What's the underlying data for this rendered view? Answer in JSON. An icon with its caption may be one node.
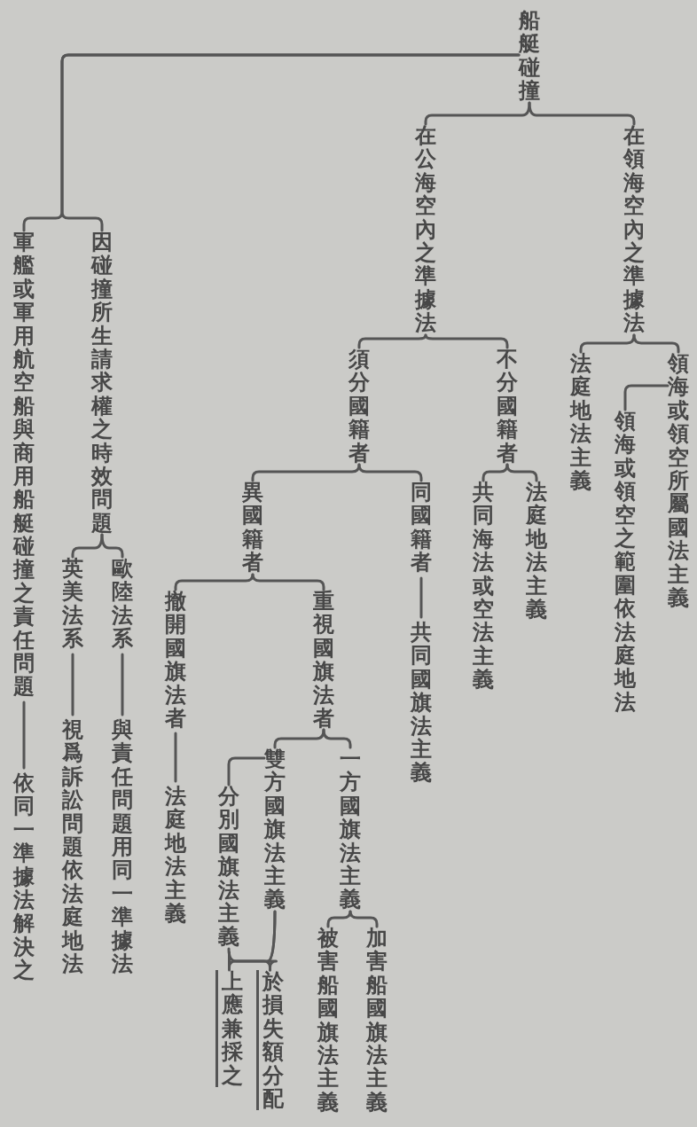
{
  "diagram": {
    "nodes": [
      {
        "text": [
          "船艇碰撞"
        ]
      },
      {
        "text": [
          "在公海空內之準據法"
        ]
      },
      {
        "text": [
          "在領海空內之準據法"
        ]
      },
      {
        "text": [
          "須分國籍者"
        ]
      },
      {
        "text": [
          "不分國籍者"
        ]
      },
      {
        "text": [
          "法庭地法主義"
        ]
      },
      {
        "text": [
          "領海或領空所屬國法主義"
        ]
      },
      {
        "text": [
          "領海或領空之範圍依法庭地法"
        ]
      },
      {
        "text": [
          "異國籍者"
        ]
      },
      {
        "text": [
          "同國籍者"
        ]
      },
      {
        "text": [
          "共同海法或空法主義"
        ]
      },
      {
        "text": [
          "法庭地法主義"
        ]
      },
      {
        "text": [
          "撤開國旗法者"
        ]
      },
      {
        "text": [
          "重視國旗法者"
        ]
      },
      {
        "text": [
          "共同國旗法主義"
        ]
      },
      {
        "text": [
          "法庭地法主義"
        ]
      },
      {
        "text": [
          "雙方國旗法主義"
        ]
      },
      {
        "text": [
          "分別國旗法主義"
        ]
      },
      {
        "text": [
          "一方國旗法主義"
        ]
      },
      {
        "text": [
          "被害船國旗法主義"
        ]
      },
      {
        "text": [
          "加害船國旗法主義"
        ]
      },
      {
        "text": [
          "於損失額分配"
        ]
      },
      {
        "text": [
          "上應兼採之"
        ]
      },
      {
        "text": [
          "因碰撞所生請求權之時效問題"
        ]
      },
      {
        "text": [
          "軍艦或軍用航空船與商用船艇碰撞之責任問題"
        ]
      },
      {
        "text": [
          "依同一準據法解決之"
        ]
      },
      {
        "text": [
          "歐陸法系"
        ]
      },
      {
        "text": [
          "英美法系"
        ]
      },
      {
        "text": [
          "與責任問題用同一準據法"
        ]
      },
      {
        "text": [
          "視爲訴訟問題依法庭地法"
        ]
      }
    ],
    "edges": [
      {
        "from": 0,
        "to": 1,
        "arrow": "none"
      },
      {
        "from": 0,
        "to": 2,
        "arrow": "none"
      },
      {
        "from": 0,
        "to": 23,
        "arrow": "none"
      },
      {
        "from": 0,
        "to": 24,
        "arrow": "none"
      },
      {
        "from": 1,
        "to": 3,
        "arrow": "none"
      },
      {
        "from": 1,
        "to": 4,
        "arrow": "none"
      },
      {
        "from": 2,
        "to": 5,
        "arrow": "none"
      },
      {
        "from": 2,
        "to": 6,
        "arrow": "none"
      },
      {
        "from": 6,
        "to": 7,
        "arrow": "none"
      },
      {
        "from": 3,
        "to": 8,
        "arrow": "none"
      },
      {
        "from": 3,
        "to": 9,
        "arrow": "none"
      },
      {
        "from": 4,
        "to": 10,
        "arrow": "none"
      },
      {
        "from": 4,
        "to": 11,
        "arrow": "none"
      },
      {
        "from": 8,
        "to": 12,
        "arrow": "none"
      },
      {
        "from": 8,
        "to": 13,
        "arrow": "none"
      },
      {
        "from": 9,
        "to": 14,
        "arrow": "none"
      },
      {
        "from": 12,
        "to": 15,
        "arrow": "none"
      },
      {
        "from": 13,
        "to": 16,
        "arrow": "none"
      },
      {
        "from": 13,
        "to": 18,
        "arrow": "none"
      },
      {
        "from": 16,
        "to": 17,
        "arrow": "none"
      },
      {
        "from": 18,
        "to": 19,
        "arrow": "none"
      },
      {
        "from": 18,
        "to": 20,
        "arrow": "none"
      },
      {
        "from": 16,
        "to": 21,
        "arrow": "none"
      },
      {
        "from": 17,
        "to": 21,
        "arrow": "none"
      },
      {
        "from": 16,
        "to": 22,
        "arrow": "none"
      },
      {
        "from": 17,
        "to": 22,
        "arrow": "none"
      },
      {
        "from": 23,
        "to": 26,
        "arrow": "none"
      },
      {
        "from": 23,
        "to": 27,
        "arrow": "none"
      },
      {
        "from": 26,
        "to": 28,
        "arrow": "none"
      },
      {
        "from": 27,
        "to": 29,
        "arrow": "none"
      },
      {
        "from": 24,
        "to": 25,
        "arrow": "none"
      }
    ]
  }
}
